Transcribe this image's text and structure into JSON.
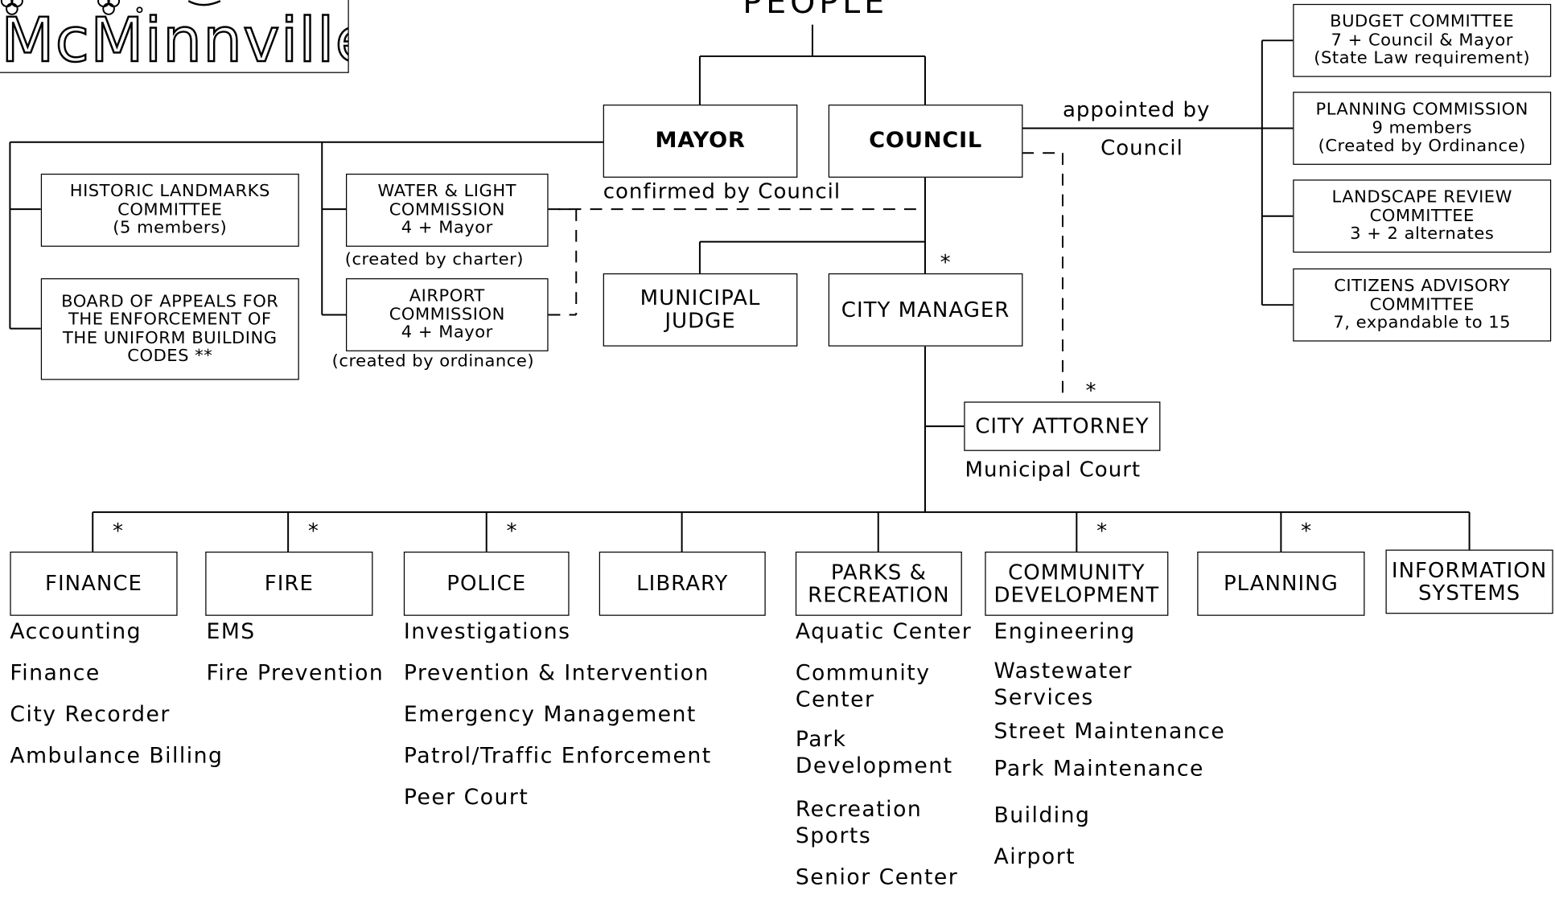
{
  "logo": {
    "text": "McMinnville"
  },
  "top": {
    "people": "PEOPLE"
  },
  "leadership": {
    "mayor": "MAYOR",
    "council": "COUNCIL",
    "appointed_by": "appointed by",
    "appointed_by_council": "Council",
    "confirmed_by_council": "confirmed by Council"
  },
  "left_committees": {
    "historic": [
      "HISTORIC LANDMARKS",
      "COMMITTEE",
      "(5 members)"
    ],
    "board_of_appeals": [
      "BOARD OF APPEALS FOR",
      "THE ENFORCEMENT OF",
      "THE UNIFORM BUILDING",
      "CODES **"
    ]
  },
  "commissions": {
    "water_light": [
      "WATER & LIGHT",
      "COMMISSION",
      "4 + Mayor"
    ],
    "water_light_note": "(created by charter)",
    "airport": [
      "AIRPORT",
      "COMMISSION",
      "4 + Mayor"
    ],
    "airport_note": "(created by ordinance)"
  },
  "right_committees": {
    "budget": [
      "BUDGET COMMITTEE",
      "7 + Council & Mayor",
      "(State Law requirement)"
    ],
    "planning_commission": [
      "PLANNING COMMISSION",
      "9 members",
      "(Created by Ordinance)"
    ],
    "landscape": [
      "LANDSCAPE REVIEW",
      "COMMITTEE",
      "3 + 2 alternates"
    ],
    "citizens": [
      "CITIZENS ADVISORY",
      "COMMITTEE",
      "7, expandable to 15"
    ]
  },
  "management": {
    "municipal_judge": [
      "MUNICIPAL",
      "JUDGE"
    ],
    "city_manager": "CITY MANAGER",
    "city_attorney": "CITY ATTORNEY",
    "municipal_court": "Municipal Court",
    "asterisk": "*"
  },
  "departments": [
    {
      "label": [
        "FINANCE"
      ],
      "starred": true,
      "items": [
        "Accounting",
        "Finance",
        "City Recorder",
        "Ambulance Billing"
      ]
    },
    {
      "label": [
        "FIRE"
      ],
      "starred": true,
      "items": [
        "EMS",
        "Fire Prevention"
      ]
    },
    {
      "label": [
        "POLICE"
      ],
      "starred": true,
      "items": [
        "Investigations",
        "Prevention & Intervention",
        "Emergency Management",
        "Patrol/Traffic Enforcement",
        "Peer Court"
      ]
    },
    {
      "label": [
        "LIBRARY"
      ],
      "starred": false,
      "items": []
    },
    {
      "label": [
        "PARKS &",
        "RECREATION"
      ],
      "starred": false,
      "items": [
        "Aquatic Center",
        "Community Center",
        "Park Development",
        "Recreation Sports",
        "Senior Center"
      ]
    },
    {
      "label": [
        "COMMUNITY",
        "DEVELOPMENT"
      ],
      "starred": true,
      "items": [
        "Engineering",
        "Wastewater Services",
        "Street Maintenance",
        "Park Maintenance",
        "Building",
        "Airport"
      ]
    },
    {
      "label": [
        "PLANNING"
      ],
      "starred": true,
      "items": []
    },
    {
      "label": [
        "INFORMATION",
        "SYSTEMS"
      ],
      "starred": false,
      "items": []
    }
  ]
}
